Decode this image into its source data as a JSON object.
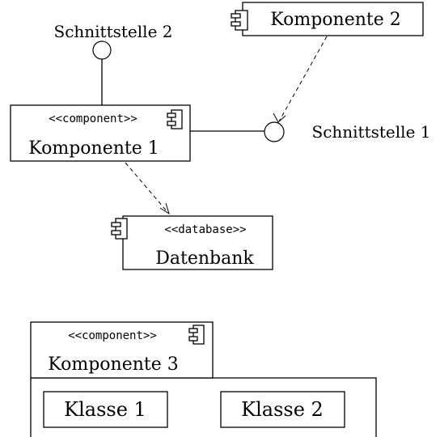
{
  "interfaces": {
    "if2": "Schnittstelle 2",
    "if1": "Schnittstelle 1"
  },
  "components": {
    "k2": {
      "name": "Komponente 2"
    },
    "k1": {
      "stereotype": "<<component>>",
      "name": "Komponente 1"
    },
    "db": {
      "stereotype": "<<database>>",
      "name": "Datenbank"
    },
    "k3": {
      "stereotype": "<<component>>",
      "name": "Komponente 3",
      "classes": [
        "Klasse 1",
        "Klasse 2"
      ]
    }
  },
  "icons": {
    "component": "component-icon"
  }
}
